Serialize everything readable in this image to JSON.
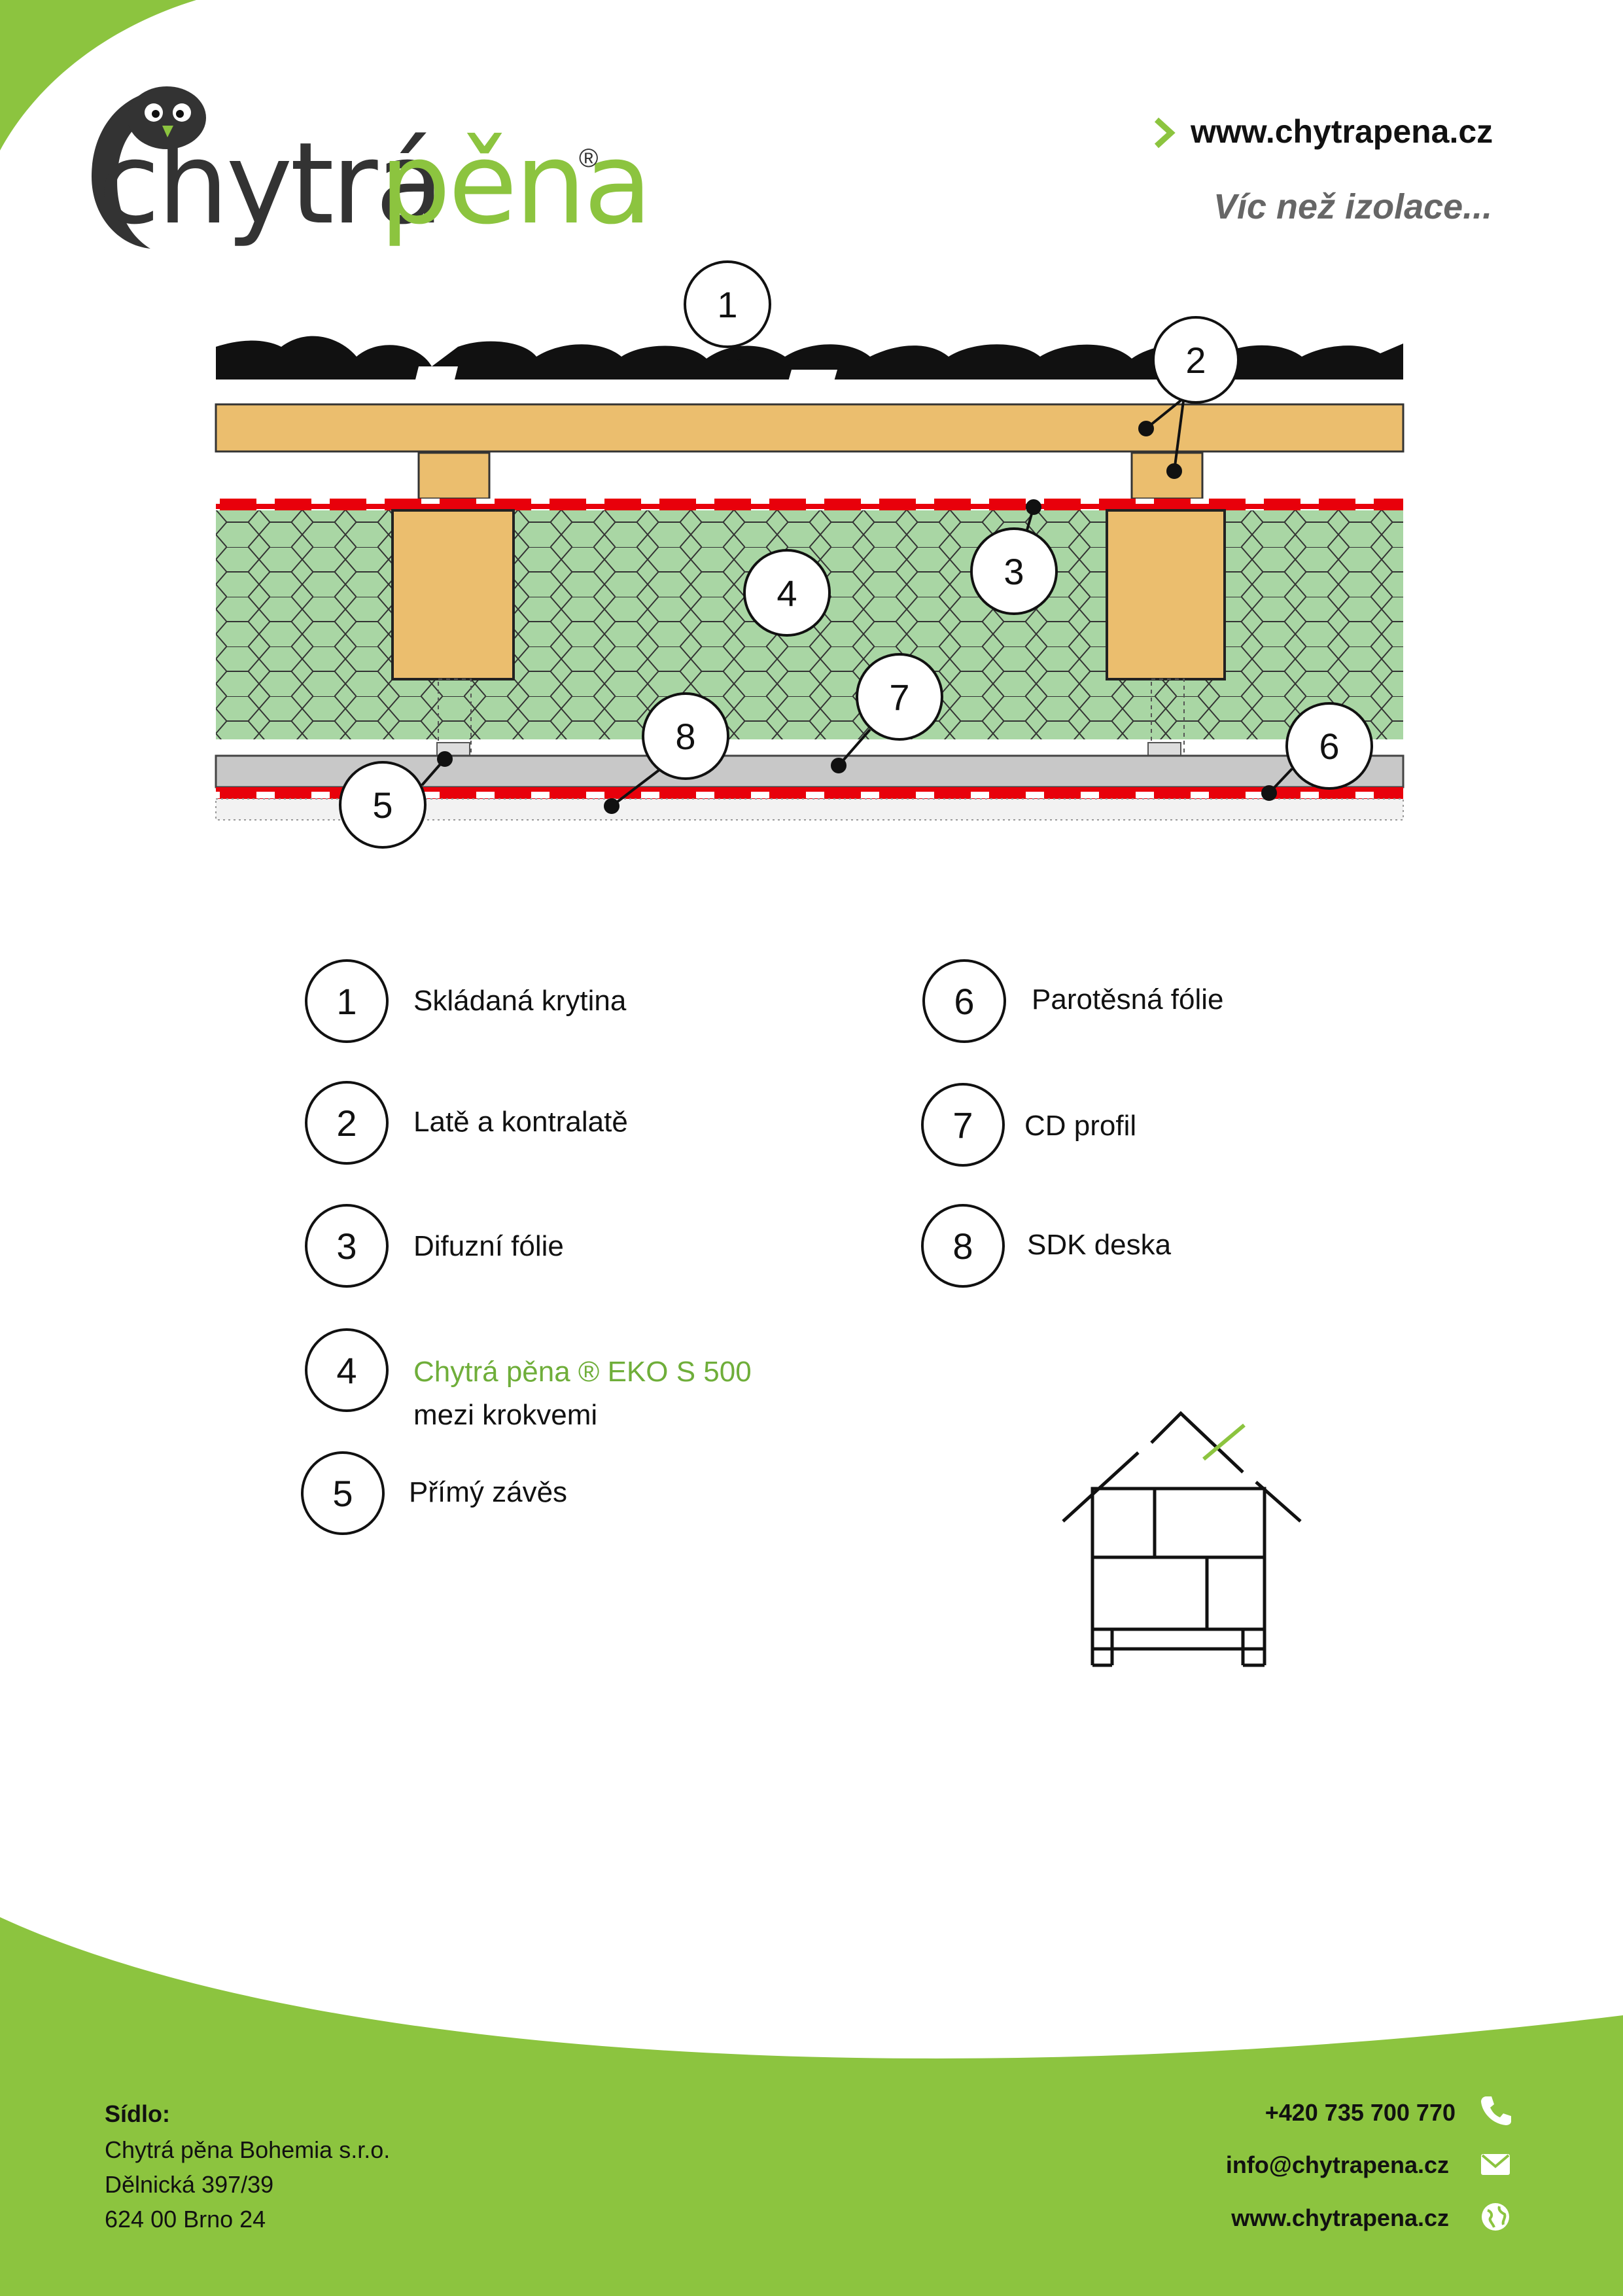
{
  "header": {
    "logo_dark": "chytrá",
    "logo_green": "pěna",
    "logo_reg": "®",
    "url": "www.chytrapena.cz",
    "tagline": "Víc než izolace..."
  },
  "diagram_callouts": [
    "1",
    "2",
    "3",
    "4",
    "5",
    "6",
    "7",
    "8"
  ],
  "legend": [
    {
      "num": "1",
      "text": "Skládaná krytina"
    },
    {
      "num": "2",
      "text": "Latě a kontralatě"
    },
    {
      "num": "3",
      "text": "Difuzní fólie"
    },
    {
      "num": "4",
      "text_green": "Chytrá pěna ® EKO S 500",
      "text": "mezi krokvemi"
    },
    {
      "num": "5",
      "text": "Přímý závěs"
    },
    {
      "num": "6",
      "text": "Parotěsná fólie"
    },
    {
      "num": "7",
      "text": "CD profil"
    },
    {
      "num": "8",
      "text": "SDK deska"
    }
  ],
  "footer": {
    "label": "Sídlo:",
    "company": "Chytrá pěna Bohemia s.r.o.",
    "street": "Dělnická 397/39",
    "city": "624 00 Brno 24",
    "phone": "+420 735 700 770",
    "email": "info@chytrapena.cz",
    "web": "www.chytrapena.cz"
  },
  "colors": {
    "brand_green": "#8cc43f",
    "foil_red": "#e8000b",
    "foam_green": "#a9d6a4",
    "wood": "#ebbe6e"
  },
  "icons": [
    "phone-icon",
    "envelope-icon",
    "globe-icon",
    "chevron-right-icon"
  ]
}
